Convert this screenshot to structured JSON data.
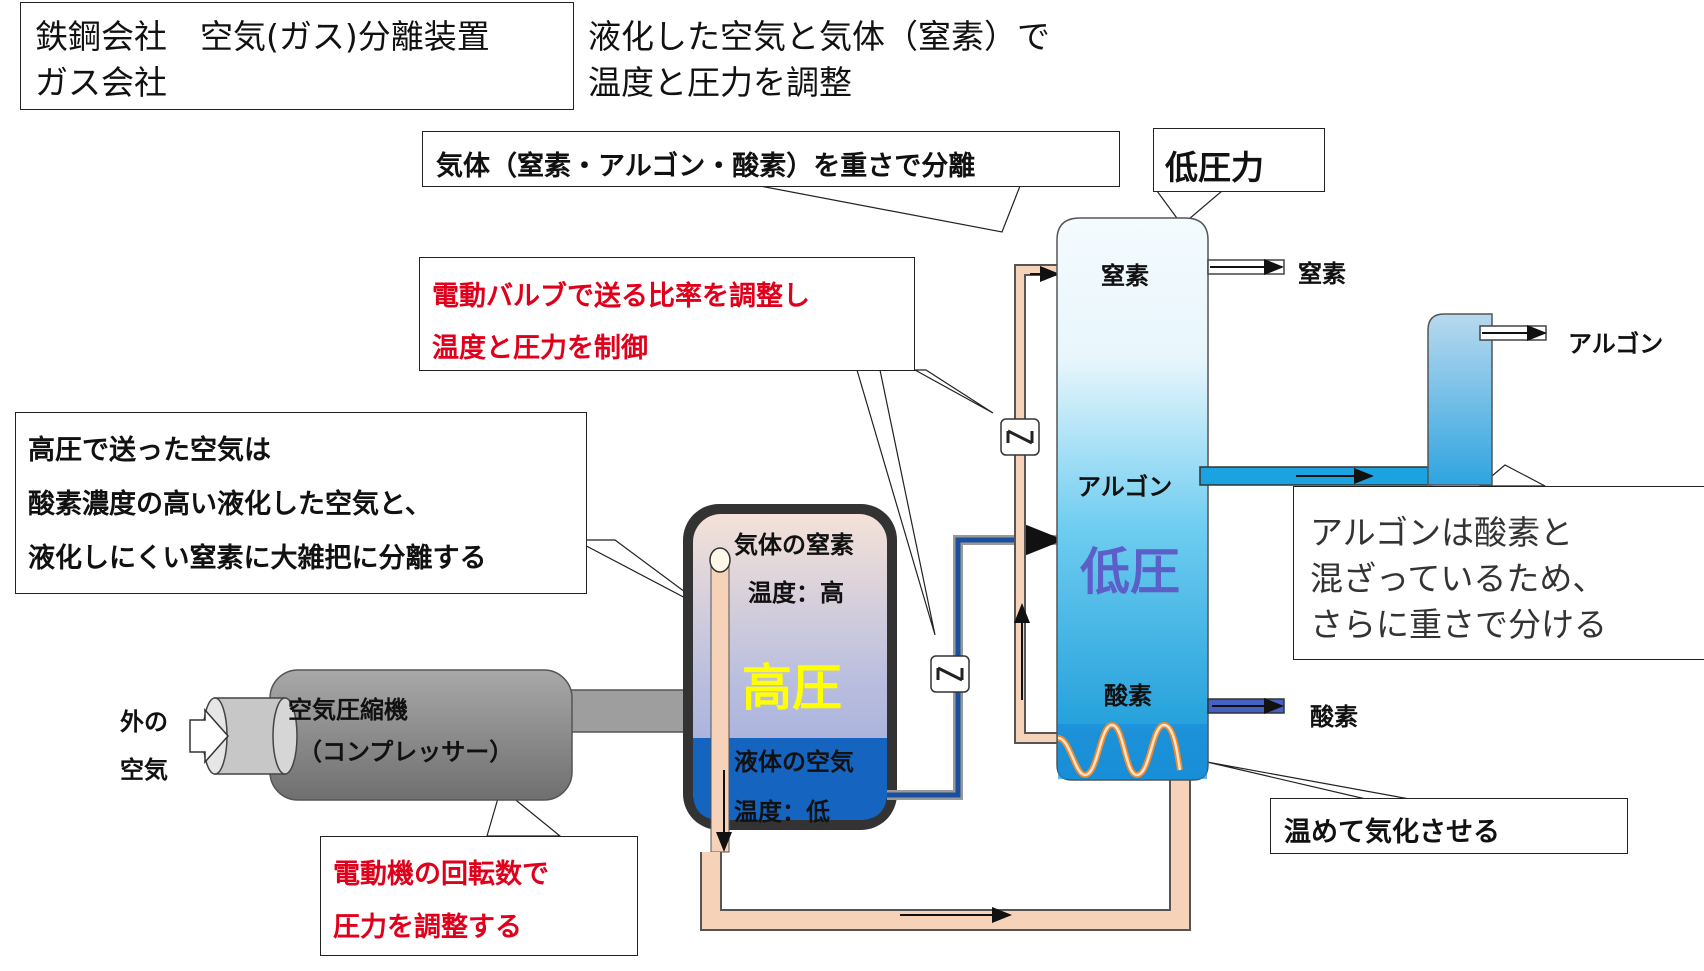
{
  "header": {
    "left_line1": "鉄鋼会社　空気(ガス)分離装置",
    "left_line2": "ガス会社",
    "right_line1": "液化した空気と気体（窒素）で",
    "right_line2": "温度と圧力を調整"
  },
  "callouts": {
    "gas_separation": "気体（窒素・アルゴン・酸素）を重さで分離",
    "low_pressure_title": "低圧力",
    "valve_line1": "電動バルブで送る比率を調整し",
    "valve_line2": "温度と圧力を制御",
    "highpressure_line1": "高圧で送った空気は",
    "highpressure_line2": "酸素濃度の高い液化した空気と、",
    "highpressure_line3": "液化しにくい窒素に大雑把に分離する",
    "motor_line1": "電動機の回転数で",
    "motor_line2": "圧力を調整する",
    "argon_note_line1": "アルゴンは酸素と",
    "argon_note_line2": "混ざっているため、",
    "argon_note_line3": "さらに重さで分ける",
    "warm_vaporize": "温めて気化させる"
  },
  "compressor": {
    "outside_air_1": "外の",
    "outside_air_2": "空気",
    "label_line1": "空気圧縮機",
    "label_line2": "（コンプレッサー）"
  },
  "hp_vessel": {
    "gas_label": "気体の窒素",
    "gas_temp": "温度：高",
    "pressure_label": "高圧",
    "liquid_label": "液体の空気",
    "liquid_temp": "温度：低"
  },
  "column": {
    "nitrogen": "窒素",
    "argon": "アルゴン",
    "pressure_label": "低圧",
    "oxygen": "酸素"
  },
  "outputs": {
    "nitrogen": "窒素",
    "argon": "アルゴン",
    "oxygen": "酸素"
  },
  "colors": {
    "callout_red": "#e0001b",
    "high_pressure_yellow": "#ffff00",
    "low_pressure_purple": "#5b5fc7",
    "liquid_blue": "#1565c0",
    "column_blue": "#1aa3e0",
    "pipe_peach": "#f6d2b8",
    "compressor_gray": "#8c8c8c"
  },
  "icons": [
    "valve-icon",
    "arrow-right-icon",
    "arrow-up-icon",
    "arrow-down-icon",
    "coil-heater-icon",
    "air-inlet-arrow-icon"
  ]
}
